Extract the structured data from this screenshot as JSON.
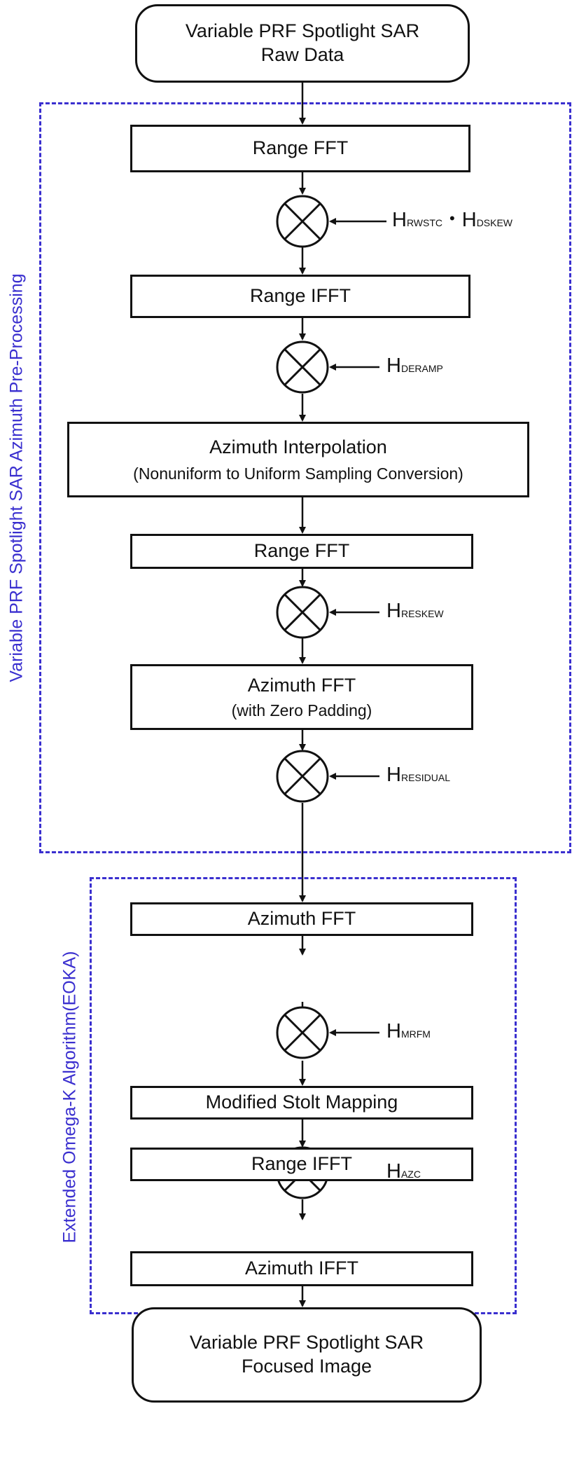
{
  "input": {
    "line1": "Variable PRF Spotlight SAR",
    "line2": "Raw Data"
  },
  "preprocessing": {
    "title": "Variable PRF Spotlight SAR Azimuth Pre-Processing",
    "steps": [
      {
        "label": "Range FFT"
      },
      {
        "label": "Range IFFT"
      },
      {
        "label": "Azimuth Interpolation",
        "sublabel": "(Nonuniform to Uniform Sampling Conversion)"
      },
      {
        "label": "Range FFT"
      },
      {
        "label": "Azimuth FFT",
        "sublabel": "(with Zero Padding)"
      }
    ],
    "multipliers": [
      {
        "letter": "H",
        "sub": "RWSTC",
        "sep": "•",
        "letter2": "H",
        "sub2": "DSKEW"
      },
      {
        "letter": "H",
        "sub": "DERAMP"
      },
      {
        "letter": "H",
        "sub": "RESKEW"
      },
      {
        "letter": "H",
        "sub": "RESIDUAL"
      }
    ]
  },
  "eoka": {
    "title": "Extended Omega-K Algorithm(EOKA)",
    "steps": [
      {
        "label": "Azimuth FFT"
      },
      {
        "label": "Modified Stolt Mapping"
      },
      {
        "label": "Range IFFT"
      },
      {
        "label": "Azimuth IFFT"
      }
    ],
    "multipliers": [
      {
        "letter": "H",
        "sub": "MRFM"
      },
      {
        "letter": "H",
        "sub": "AZC"
      }
    ]
  },
  "output": {
    "line1": "Variable PRF Spotlight SAR",
    "line2": "Focused Image"
  }
}
